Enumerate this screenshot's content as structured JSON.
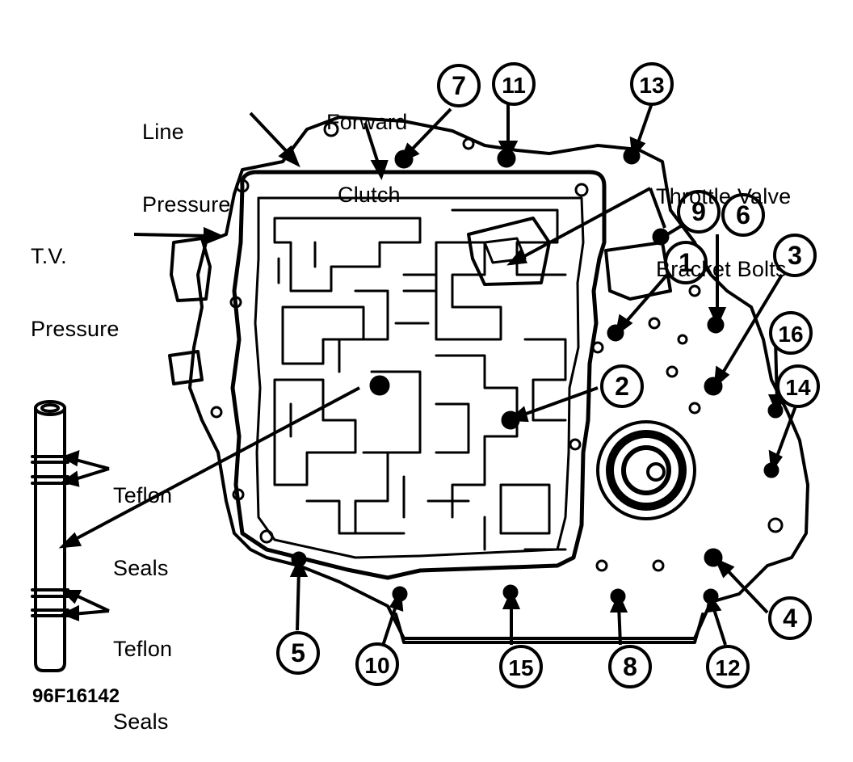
{
  "labels": {
    "line_pressure": [
      "Line",
      "Pressure"
    ],
    "forward_clutch": [
      "Forward",
      "Clutch"
    ],
    "throttle_valve_bracket_bolts": [
      "Throttle Valve",
      "Bracket Bolts"
    ],
    "tv_pressure": [
      "T.V.",
      "Pressure"
    ],
    "teflon_seals_upper": [
      "Teflon",
      "Seals"
    ],
    "teflon_seals_lower": [
      "Teflon",
      "Seals"
    ]
  },
  "bolt_numbers": [
    "1",
    "2",
    "3",
    "4",
    "5",
    "6",
    "7",
    "8",
    "9",
    "10",
    "11",
    "12",
    "13",
    "14",
    "15",
    "16"
  ],
  "figure_code": "96F16142",
  "colors": {
    "ink": "#000000",
    "paper": "#ffffff"
  }
}
